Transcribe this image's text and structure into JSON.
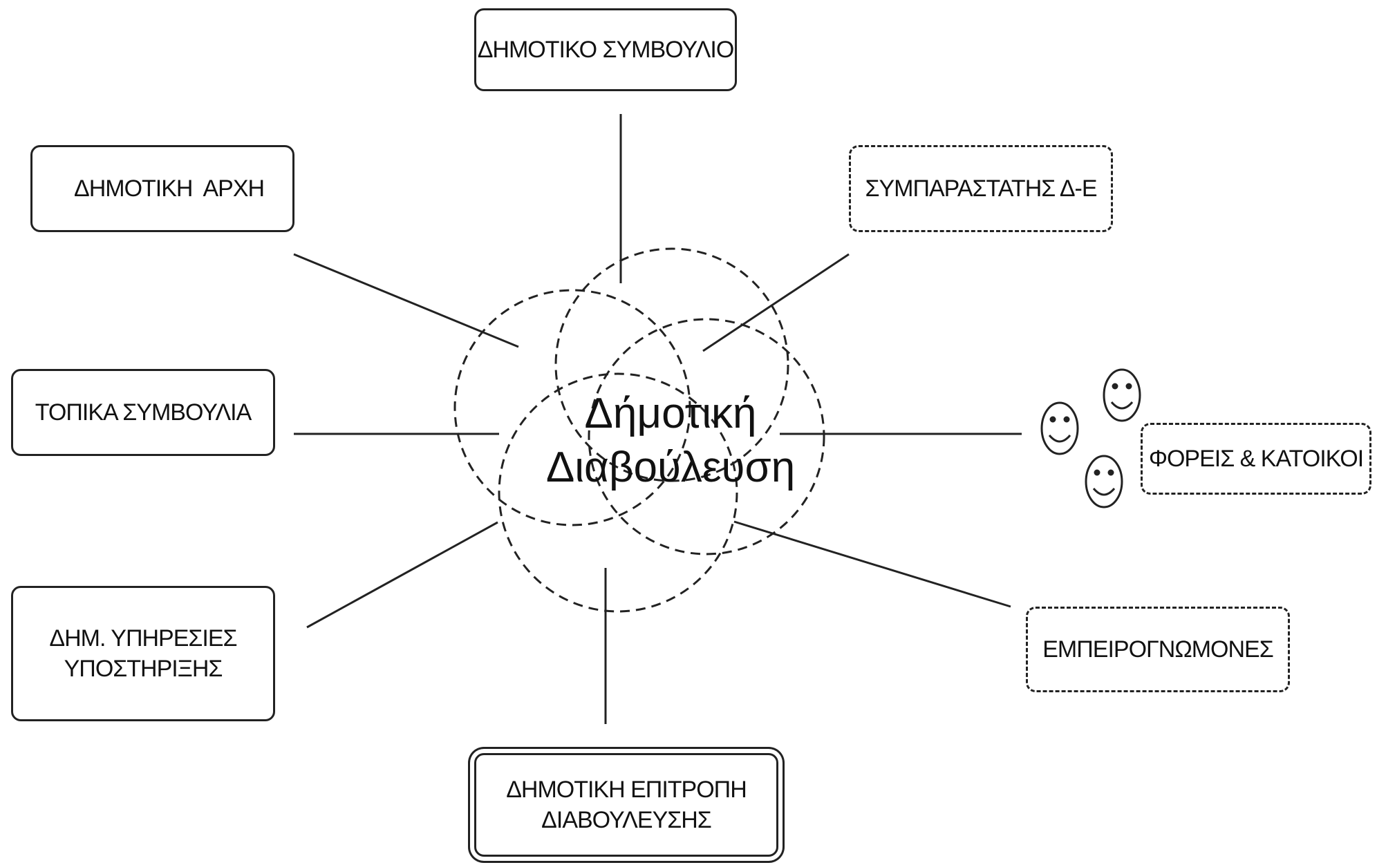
{
  "center": {
    "line1": "Δήμοτική",
    "line2": "Διαβούλευση"
  },
  "boxes": {
    "council": "ΔΗΜΟΤΙΚΟ ΣΥΜΒΟΥΛΙΟ",
    "authority": "ΔΗΜΟΤΙΚΗ  ΑΡΧΗ",
    "advocate": "ΣΥΜΠΑΡΑΣΤΑΤΗΣ Δ-Ε",
    "local_councils": "ΤΟΠΙΚΑ ΣΥΜΒΟΥΛΙΑ",
    "bodies_residents": "ΦΟΡΕΙΣ & ΚΑΤΟΙΚΟΙ",
    "services_line1": "ΔΗΜ. ΥΠΗΡΕΣΙΕΣ",
    "services_line2": "ΥΠΟΣΤΗΡΙΞΗΣ",
    "experts": "ΕΜΠΕΙΡΟΓΝΩΜΟΝΕΣ",
    "committee_line1": "ΔΗΜΟΤΙΚΗ ΕΠΙΤΡΟΠΗ",
    "committee_line2": "ΔΙΑΒΟΥΛΕΥΣΗΣ"
  }
}
